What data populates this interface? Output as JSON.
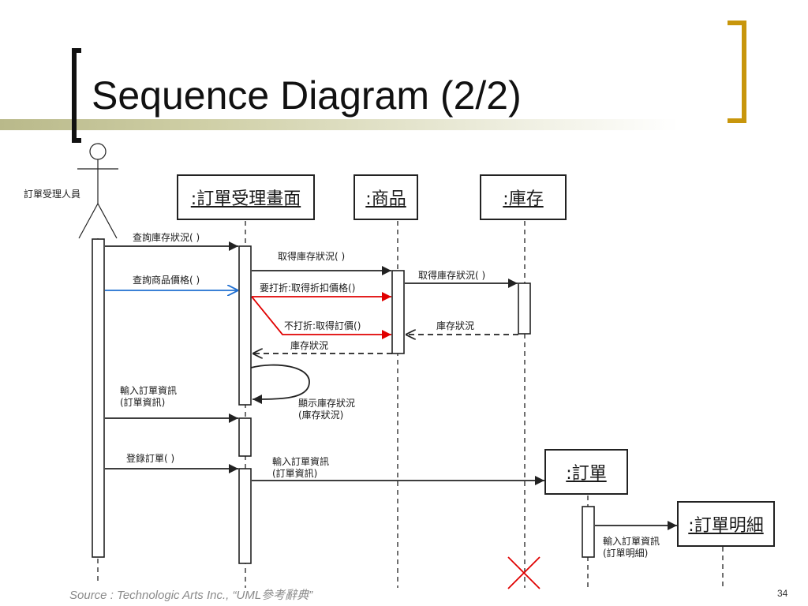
{
  "slide": {
    "title": "Sequence Diagram (2/2)",
    "source": "Source : Technologic Arts Inc., “UML參考辭典”",
    "page_number": "34"
  },
  "actor": {
    "name": "訂單受理人員"
  },
  "objects": {
    "screen": ":訂單受理畫面",
    "product": ":商品",
    "stock": ":庫存",
    "order": ":訂單",
    "order_detail": ":訂單明細"
  },
  "messages": {
    "m1": "查詢庫存狀況( )",
    "m2": "取得庫存狀況( )",
    "m3": "取得庫存狀況( )",
    "m4": "查詢商品價格( )",
    "m5": "要打折:取得折扣價格()",
    "m6": "不打折:取得訂價()",
    "m7": "庫存狀況",
    "m8": "庫存狀況",
    "m9_line1": "顯示庫存狀況",
    "m9_line2": "(庫存狀況)",
    "m10_line1": "輸入訂單資訊",
    "m10_line2": "(訂單資訊)",
    "m11": "登錄訂單( )",
    "m12_line1": "輸入訂單資訊",
    "m12_line2": "(訂單資訊)",
    "m13_line1": "輸入訂單資訊",
    "m13_line2": "(訂單明細)"
  },
  "colors": {
    "default_message": "#222222",
    "query_price_message": "#1f6fd1",
    "price_branch_message": "#e00000",
    "destroy_mark": "#e00000",
    "right_bracket": "#c8960c"
  }
}
